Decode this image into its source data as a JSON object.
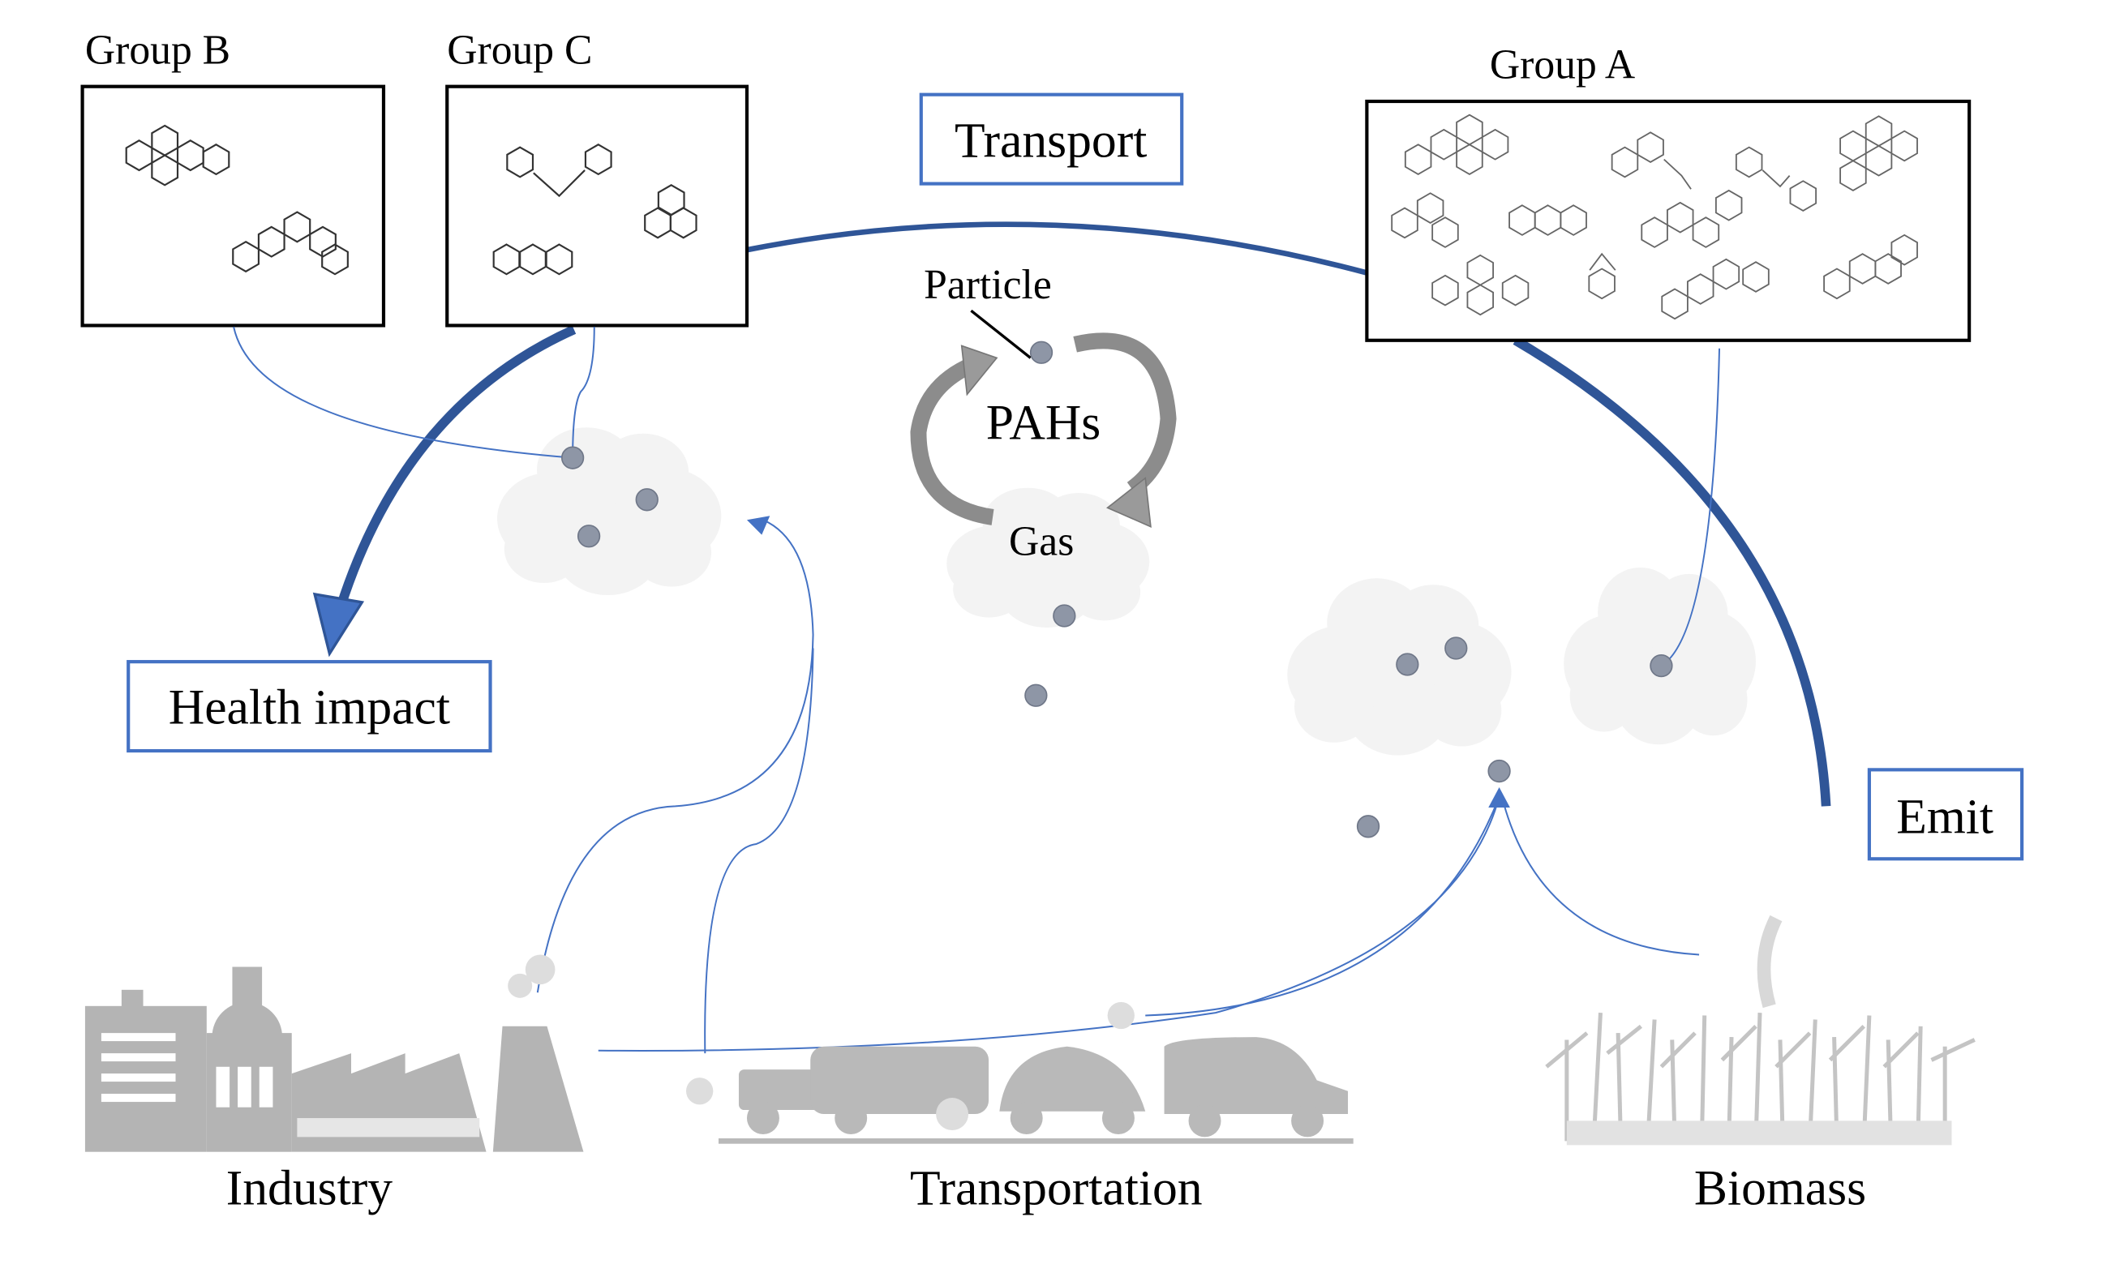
{
  "groups": {
    "group_a": "Group A",
    "group_b": "Group B",
    "group_c": "Group C"
  },
  "labels": {
    "transport": "Transport",
    "health_impact": "Health impact",
    "emit": "Emit",
    "particle": "Particle",
    "pahs": "PAHs",
    "gas": "Gas"
  },
  "sources": {
    "industry": "Industry",
    "transportation": "Transportation",
    "biomass": "Biomass"
  },
  "colors": {
    "main_arrow": "#2f5597",
    "label_border": "#4472c4",
    "thin_line": "#4472c4",
    "cycle_arrow": "#8c8c8c",
    "particle_dot": "#8e96a6"
  }
}
